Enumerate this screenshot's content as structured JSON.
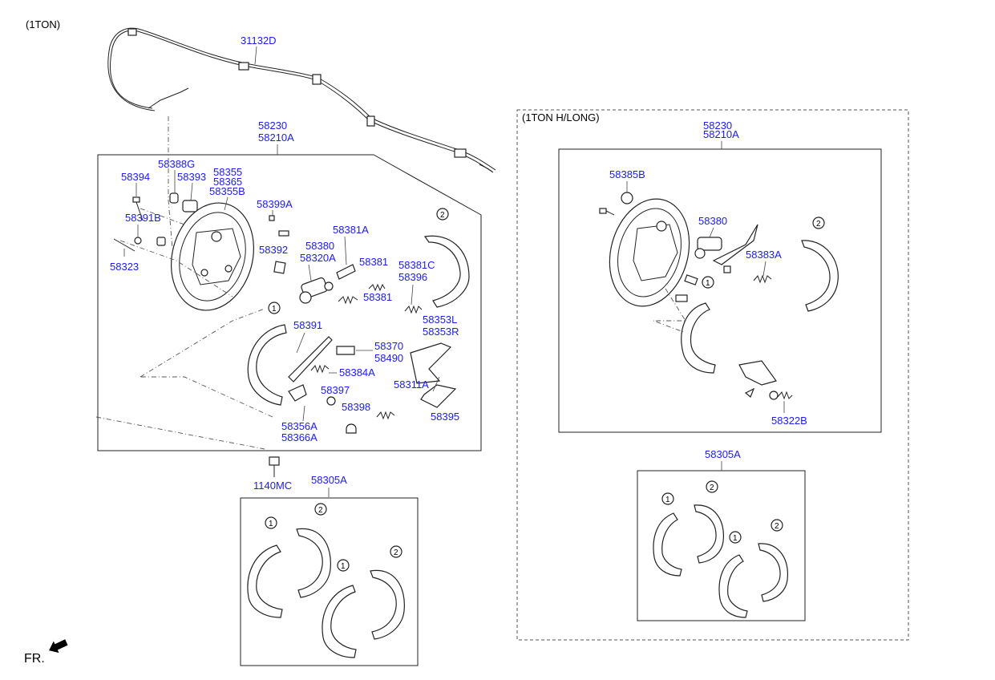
{
  "sections": {
    "left_header": "(1TON)",
    "right_header": "(1TON H/LONG)"
  },
  "orientation": {
    "label": "FR."
  },
  "labels": {
    "cable": "31132D",
    "l_assy_1": "58230",
    "l_assy_2": "58210A",
    "l_58388G": "58388G",
    "l_58394": "58394",
    "l_58393": "58393",
    "l_58355": "58355",
    "l_58365": "58365",
    "l_58355B": "58355B",
    "l_58399A": "58399A",
    "l_58391B": "58391B",
    "l_58381A": "58381A",
    "l_58392": "58392",
    "l_58380": "58380",
    "l_58320A": "58320A",
    "l_58381": "58381",
    "l_58381C": "58381C",
    "l_58396": "58396",
    "l_58381b": "58381",
    "l_58323": "58323",
    "l_58353L": "58353L",
    "l_58353R": "58353R",
    "l_58391": "58391",
    "l_58370": "58370",
    "l_58490": "58490",
    "l_58384A": "58384A",
    "l_58397": "58397",
    "l_58311A": "58311A",
    "l_58398": "58398",
    "l_58395": "58395",
    "l_58356A": "58356A",
    "l_58366A": "58366A",
    "l_1140MC": "1140MC",
    "l_kit": "58305A",
    "r_assy_1": "58230",
    "r_assy_2": "58210A",
    "r_58385B": "58385B",
    "r_58380": "58380",
    "r_58383A": "58383A",
    "r_58322B": "58322B",
    "r_kit": "58305A"
  },
  "callouts": {
    "one": "1",
    "two": "2"
  }
}
